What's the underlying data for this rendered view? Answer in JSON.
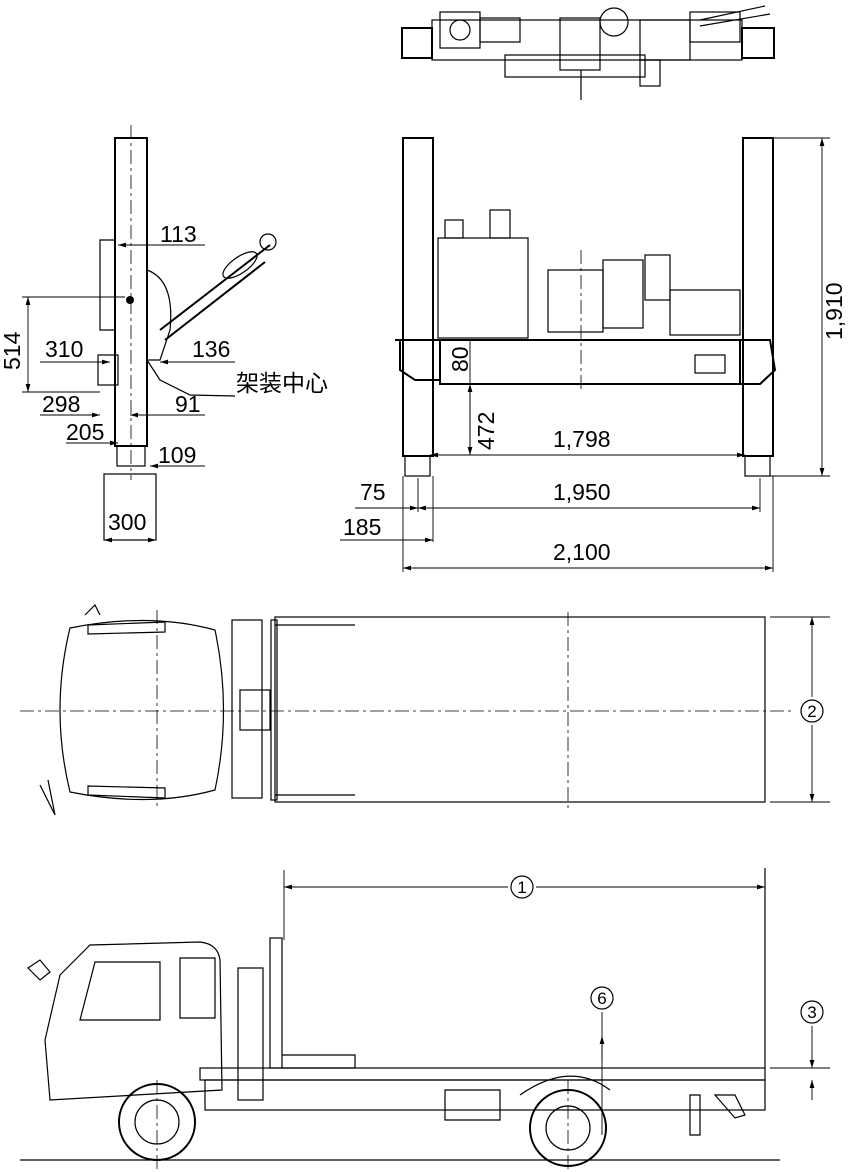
{
  "title": "Truck-mounted drilling rig dimension drawing",
  "side_view_dims": {
    "d113": "113",
    "d514": "514",
    "d310": "310",
    "d136": "136",
    "mount_center": "架装中心",
    "d298": "298",
    "d91": "91",
    "d205": "205",
    "d109": "109",
    "d300": "300"
  },
  "front_view_dims": {
    "d80": "80",
    "d472": "472",
    "d1798": "1,798",
    "d1910": "1,910",
    "d75": "75",
    "d1950": "1,950",
    "d185": "185",
    "d2100": "2,100"
  },
  "truck_callouts": {
    "c1": "1",
    "c2": "2",
    "c3": "3",
    "c6": "6"
  }
}
